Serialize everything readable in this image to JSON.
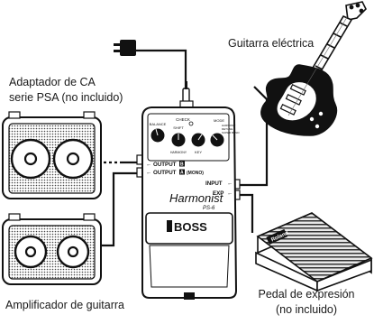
{
  "labels": {
    "adapter": [
      "Adaptador de CA",
      "serie PSA (no incluido)"
    ],
    "guitar": "Guitarra eléctrica",
    "amp": "Amplificador de guitarra",
    "expression": [
      "Pedal de expresión",
      "(no incluido)"
    ]
  },
  "pedal": {
    "brand": "BOSS",
    "model": "Harmonist",
    "model_code": "PS-6",
    "check": "CHECK",
    "knobs": [
      "BALANCE",
      "SHIFT",
      "KEY",
      "MODE"
    ],
    "mode_options": [
      "HARMONY",
      "DETUNE",
      "SUPER BEND"
    ],
    "harmony": "HARMONY",
    "out_b": "OUTPUT",
    "out_b_badge": "B",
    "out_a": "OUTPUT",
    "out_a_badge": "A",
    "mono": "(MONO)",
    "input": "INPUT",
    "exp": "EXP"
  },
  "exp_pedal_brand": "Roland"
}
